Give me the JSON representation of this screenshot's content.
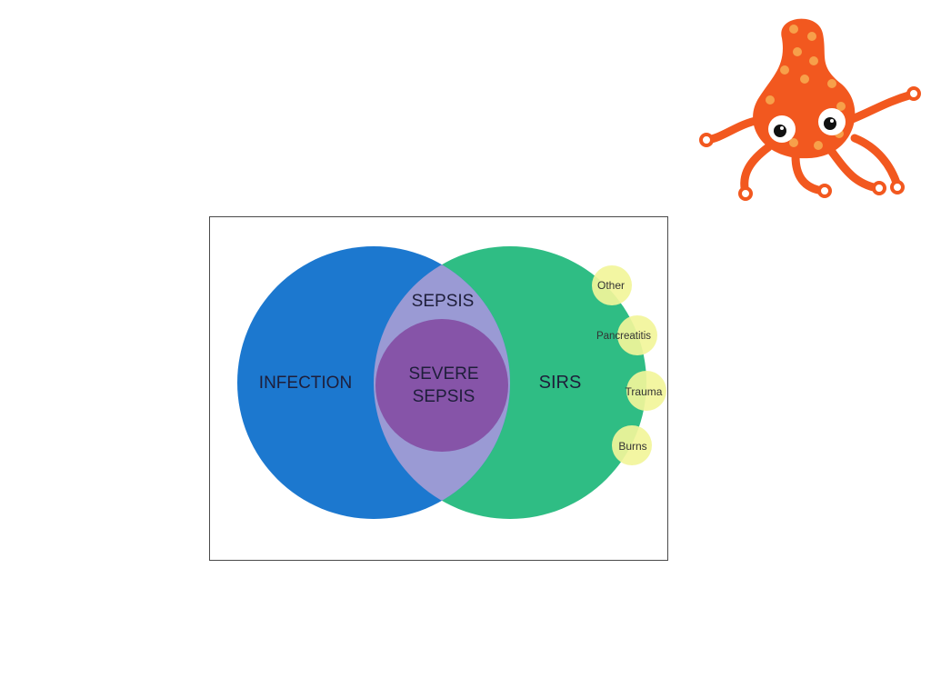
{
  "mascot": {
    "icon": "orange-bacterium-mascot-icon",
    "body_color": "#f2581f",
    "spot_color": "#f7a04a"
  },
  "diagram": {
    "sets": {
      "infection": {
        "label": "INFECTION",
        "color": "#1c78cf"
      },
      "sirs": {
        "label": "SIRS",
        "color": "#2fbd84"
      },
      "sepsis": {
        "label": "SEPSIS",
        "color": "#9a9ad4"
      },
      "severe_sepsis": {
        "line1": "SEVERE",
        "line2": "SEPSIS",
        "color": "#8654a8"
      }
    },
    "causes": {
      "color": "#f2f59a",
      "items": [
        "Other",
        "Pancreatitis",
        "Trauma",
        "Burns"
      ]
    }
  }
}
